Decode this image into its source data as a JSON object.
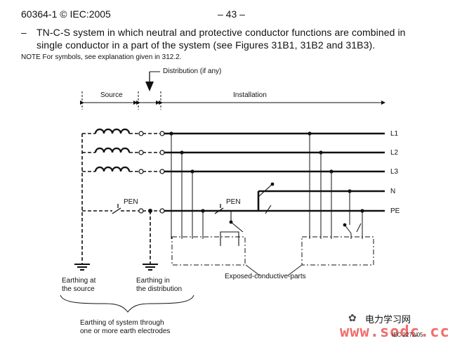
{
  "header": {
    "left": "60364-1 © IEC:2005",
    "center": "– 43 –"
  },
  "text": {
    "dash": "–",
    "para_line1": "TN-C-S system in which neutral and protective conductor functions are combined in",
    "para_line2": "single conductor in a part of the system (see Figures 31B1, 31B2 and 31B3).",
    "note": "NOTE  For symbols, see explanation given in 312.2."
  },
  "diagram": {
    "distribution": "Distribution (if any)",
    "source": "Source",
    "installation": "Installation",
    "lines": [
      "L1",
      "L2",
      "L3",
      "N",
      "PE"
    ],
    "pen_1": "PEN",
    "pen_2": "PEN",
    "earthing_source_1": "Earthing at",
    "earthing_source_2": "the source",
    "earthing_dist_1": "Earthing in",
    "earthing_dist_2": "the distribution",
    "exposed": "Exposed-conductive-parts",
    "system_earth_1": "Earthing of system through",
    "system_earth_2": "one or more earth electrodes",
    "iec_ref": "IEC  2272/05"
  },
  "watermark": {
    "site_name": "电力学习网",
    "url": "www.sodc.cc"
  }
}
